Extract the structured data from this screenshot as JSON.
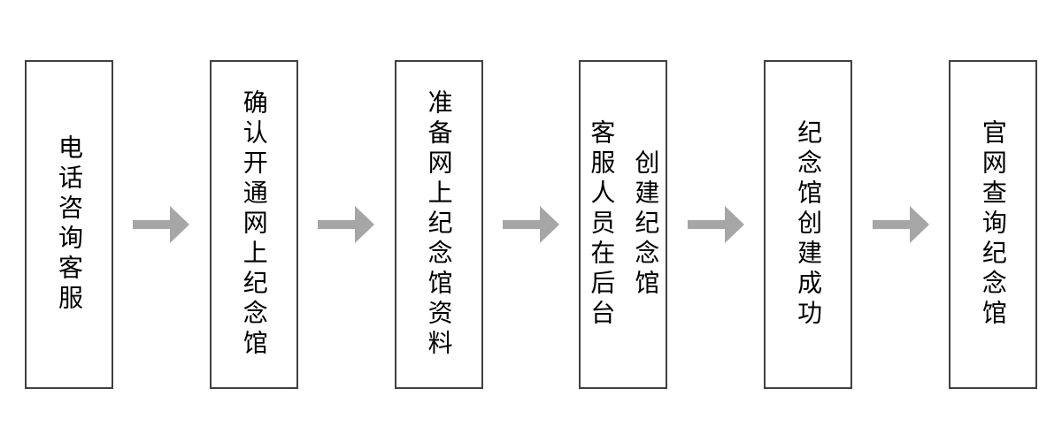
{
  "steps": [
    {
      "label": "电话咨询客服"
    },
    {
      "label": "确认开通网上纪念馆"
    },
    {
      "label": "准备网上纪念馆资料"
    },
    {
      "label": "客服人员在后台\n创建纪念馆"
    },
    {
      "label": "纪念馆创建成功"
    },
    {
      "label": "官网查询纪念馆"
    }
  ],
  "icons": {
    "flow_arrow": "right-arrow"
  },
  "colors": {
    "background": "#ffffff",
    "box_fill": "#ffffff",
    "box_border": "#404040",
    "text": "#000000",
    "arrow": "#a6a6a6"
  }
}
